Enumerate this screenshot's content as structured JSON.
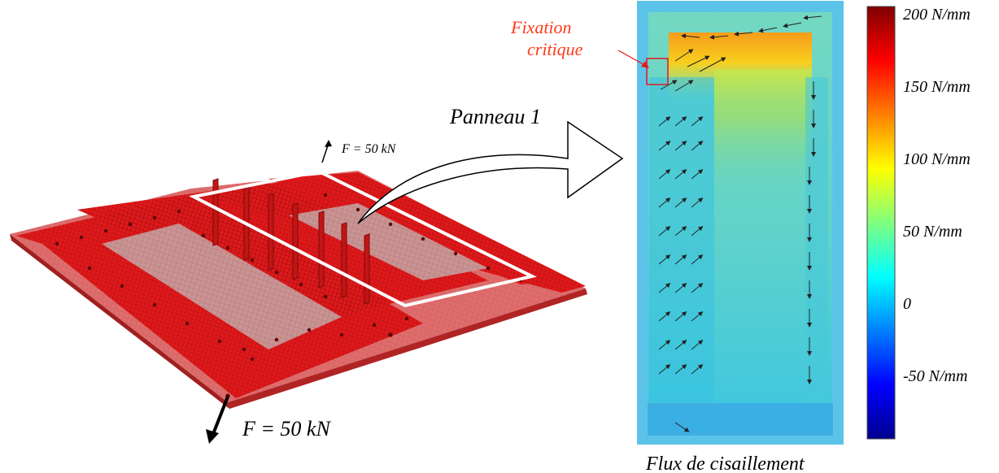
{
  "labels": {
    "force_top": "F = 50 kN",
    "force_bottom": "F = 50 kN",
    "panel": "Panneau 1",
    "critical_line1": "Fixation",
    "critical_line2": "critique",
    "map_caption": "Flux  de cisaillement"
  },
  "colorbar": {
    "ticks": [
      "200 N/mm",
      "150 N/mm",
      "100 N/mm",
      "50 N/mm",
      "0",
      "-50 N/mm"
    ],
    "tick_values": [
      200,
      150,
      100,
      50,
      0,
      -50
    ],
    "range": [
      -100,
      200
    ],
    "colormap": "jet"
  },
  "colors": {
    "mesh_red": "#e0181a",
    "highlight_frame": "#ffffff",
    "annotation_red": "#ff3a1a"
  }
}
